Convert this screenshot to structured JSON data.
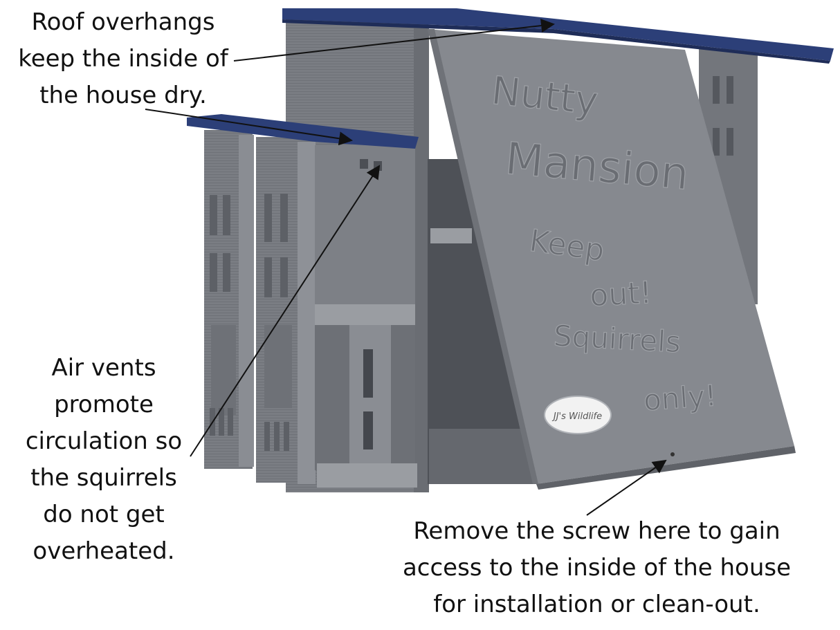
{
  "callouts": {
    "roof": [
      "Roof overhangs",
      "keep the inside of",
      "the house dry."
    ],
    "vents": [
      "Air vents",
      "promote",
      "circulation so",
      "the squirrels",
      "do not get",
      "overheated."
    ],
    "screw": [
      "Remove the screw here to gain",
      "access to the inside of the house",
      "for installation or clean-out."
    ]
  },
  "sign": {
    "title_line1": "Nutty",
    "title_line2": "Mansion",
    "line3": "Keep",
    "line4": "out!",
    "line5": "Squirrels",
    "line6": "only!"
  },
  "brand": "JJ's Wildlife",
  "colors": {
    "roof_blue": "#2c3f78",
    "body_gray": "#7c7f85",
    "body_dark": "#5d6066",
    "sign_gray": "#86898f"
  }
}
